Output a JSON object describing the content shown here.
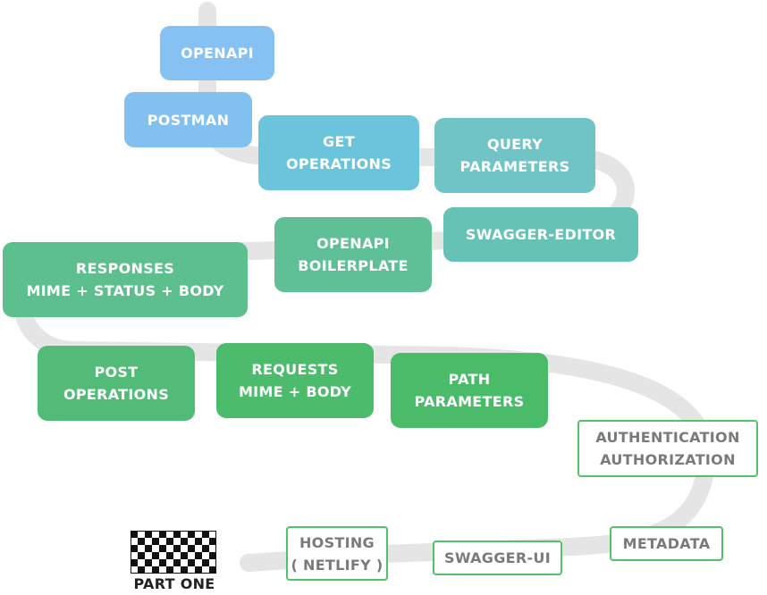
{
  "roadmap": {
    "nodes": [
      {
        "id": "openapi",
        "label": "OPENAPI",
        "color": "#86c1f3",
        "style": "filled"
      },
      {
        "id": "postman",
        "label": "POSTMAN",
        "color": "#82c0ef",
        "style": "filled"
      },
      {
        "id": "get-operations",
        "label": "GET\nOPERATIONS",
        "color": "#6ac5dc",
        "style": "filled"
      },
      {
        "id": "query-parameters",
        "label": "QUERY\nPARAMETERS",
        "color": "#70c4c6",
        "style": "filled"
      },
      {
        "id": "swagger-editor",
        "label": "SWAGGER-EDITOR",
        "color": "#66c2b4",
        "style": "filled"
      },
      {
        "id": "openapi-boilerplate",
        "label": "OPENAPI\nBOILERPLATE",
        "color": "#5fbf96",
        "style": "filled"
      },
      {
        "id": "responses",
        "label": "RESPONSES\nMIME + STATUS + BODY",
        "color": "#5cbf8d",
        "style": "filled"
      },
      {
        "id": "post-operations",
        "label": "POST\nOPERATIONS",
        "color": "#52bb78",
        "style": "filled"
      },
      {
        "id": "requests",
        "label": "REQUESTS\nMIME + BODY",
        "color": "#4cbb6c",
        "style": "filled"
      },
      {
        "id": "path-parameters",
        "label": "PATH\nPARAMETERS",
        "color": "#49bb69",
        "style": "filled"
      },
      {
        "id": "authentication",
        "label": "AUTHENTICATION\nAUTHORIZATION",
        "color": "#52c16a",
        "style": "outline"
      },
      {
        "id": "metadata",
        "label": "METADATA",
        "color": "#52c16a",
        "style": "outline"
      },
      {
        "id": "swagger-ui",
        "label": "SWAGGER-UI",
        "color": "#52c16a",
        "style": "outline"
      },
      {
        "id": "hosting",
        "label": "HOSTING\n( NETLIFY )",
        "color": "#52c16a",
        "style": "outline"
      }
    ],
    "finish_label": "PART ONE",
    "road_color": "#e5e5e5"
  }
}
